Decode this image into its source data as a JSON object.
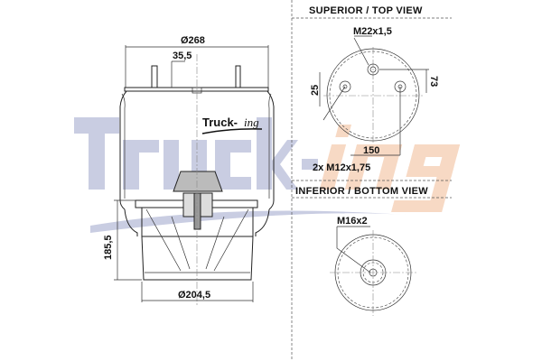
{
  "watermark": {
    "brand_main": "Truck",
    "brand_dash": "-",
    "brand_suffix": "ing",
    "main_color": "#c9cde2",
    "suffix_color": "#f7d9c4"
  },
  "side_view": {
    "logo_main": "Truck-",
    "logo_suffix": "ing",
    "dimensions": {
      "top_diameter": "Ø268",
      "stud_height": "35,5",
      "height": "185,5",
      "bottom_diameter": "Ø204,5"
    }
  },
  "top_view": {
    "title": "SUPERIOR / TOP VIEW",
    "labels": {
      "air_inlet": "M22x1,5",
      "offset_left": "25",
      "offset_right": "73",
      "stud_spacing": "150",
      "studs": "2x M12x1,75"
    }
  },
  "bottom_view": {
    "title": "INFERIOR / BOTTOM VIEW",
    "labels": {
      "thread": "M16x2"
    }
  }
}
